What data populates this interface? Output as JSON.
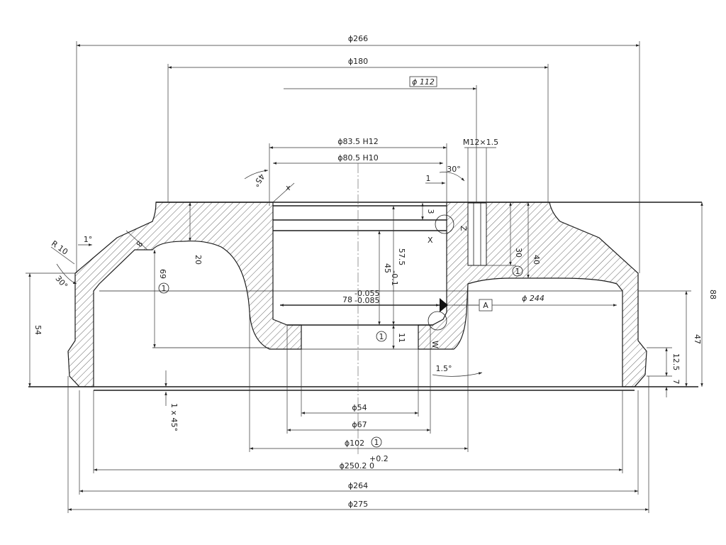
{
  "diameters": {
    "d266": "ϕ266",
    "d180": "ϕ180",
    "d112": "ϕ 112",
    "d83": "ϕ83.5 H12",
    "d80": "ϕ80.5 H10",
    "d244": "ϕ 244",
    "d54": "ϕ54",
    "d67": "ϕ67",
    "d102": "ϕ102",
    "d250": "ϕ250.2",
    "d250_tol": "+0.2",
    "d250_tol_low": "0",
    "d264": "ϕ264",
    "d275": "ϕ275"
  },
  "thread": "M12×1.5",
  "linear": {
    "h88": "88",
    "h47": "47",
    "h12_5": "12.5",
    "h7": "7",
    "h54": "54",
    "h69": "69",
    "h20": "20",
    "h57_5": "57.5",
    "h45": "45",
    "h45_tol": "-0.1",
    "h30": "30",
    "h40": "40",
    "h11": "11",
    "h8": "8",
    "h3": "3",
    "h78": "78",
    "h78_tol_up": "-0.055",
    "h78_tol_low": "-0.085"
  },
  "angles": {
    "a45": "45°",
    "a30_top": "30°",
    "a30_left": "30°",
    "a1_left": "1°",
    "a1_top": "1",
    "a1_5": "1.5°"
  },
  "radius": "R 10",
  "chamfer": "1 x 45°",
  "circle_ref": "1",
  "datum": "A",
  "marks": {
    "x": "x",
    "X": "X",
    "Z": "Z",
    "W": "W"
  }
}
